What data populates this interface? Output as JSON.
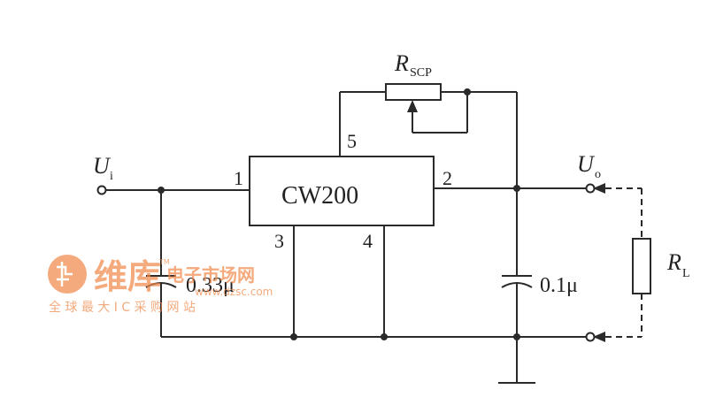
{
  "chip": {
    "name": "CW200"
  },
  "pins": {
    "p1": "1",
    "p2": "2",
    "p3": "3",
    "p4": "4",
    "p5": "5"
  },
  "labels": {
    "input_main": "U",
    "input_sub": "i",
    "output_main": "U",
    "output_sub": "o",
    "rscp_main": "R",
    "rscp_sub": "SCP",
    "rl_main": "R",
    "rl_sub": "L",
    "cap_in": "0.33μ",
    "cap_out": "0.1μ"
  },
  "watermark": {
    "brand": "维库",
    "tagline": "电子市场网",
    "url": "www.dzsc.com",
    "subtitle": "全 球 最 大 I C 采 购 网 站",
    "tm": "TM"
  },
  "colors": {
    "ink": "#2a2a2a",
    "watermark": "#f08a4b"
  }
}
